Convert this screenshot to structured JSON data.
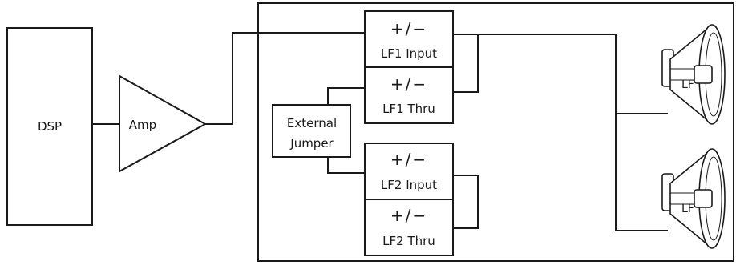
{
  "blocks": {
    "dsp": "DSP",
    "amp": "Amp",
    "jumper_line1": "External",
    "jumper_line2": "Jumper"
  },
  "connectors": [
    {
      "polarity": "+/−",
      "label": "LF1 Input"
    },
    {
      "polarity": "+/−",
      "label": "LF1 Thru"
    },
    {
      "polarity": "+/−",
      "label": "LF2 Input"
    },
    {
      "polarity": "+/−",
      "label": "LF2 Thru"
    }
  ],
  "speakers": [
    {
      "label": "LF"
    },
    {
      "label": "LF"
    }
  ]
}
